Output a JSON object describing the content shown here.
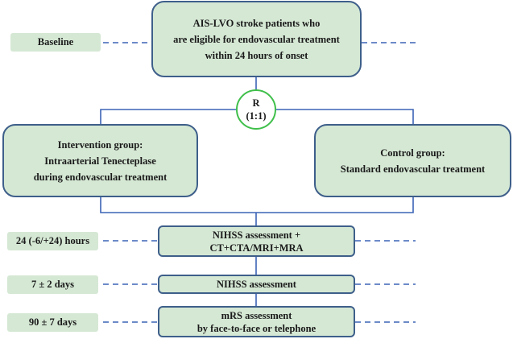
{
  "eligibility": {
    "lines": [
      "AIS-LVO stroke patients who",
      "are eligible for endovascular treatment",
      "within 24 hours of onset"
    ]
  },
  "randomization": {
    "lines": [
      "R",
      "(1:1)"
    ]
  },
  "intervention": {
    "lines": [
      "Intervention group:",
      "Intraarterial Tenecteplase",
      "during endovascular treatment"
    ]
  },
  "control": {
    "lines": [
      "Control group:",
      "Standard endovascular treatment"
    ]
  },
  "timepoints": {
    "baseline": "Baseline",
    "h24": "24 (-6/+24) hours",
    "d7": "7 ± 2 days",
    "d90": "90 ± 7 days"
  },
  "assessments": {
    "a24": [
      "NIHSS assessment +",
      "CT+CTA/MRI+MRA"
    ],
    "a7": [
      "NIHSS assessment"
    ],
    "a90": [
      "mRS assessment",
      "by face-to-face or telephone"
    ]
  },
  "colors": {
    "box_fill": "#d5e8d4",
    "box_border": "#3e5f8a",
    "connector": "#3b63b5",
    "randomization_border": "#3fbf4a"
  }
}
